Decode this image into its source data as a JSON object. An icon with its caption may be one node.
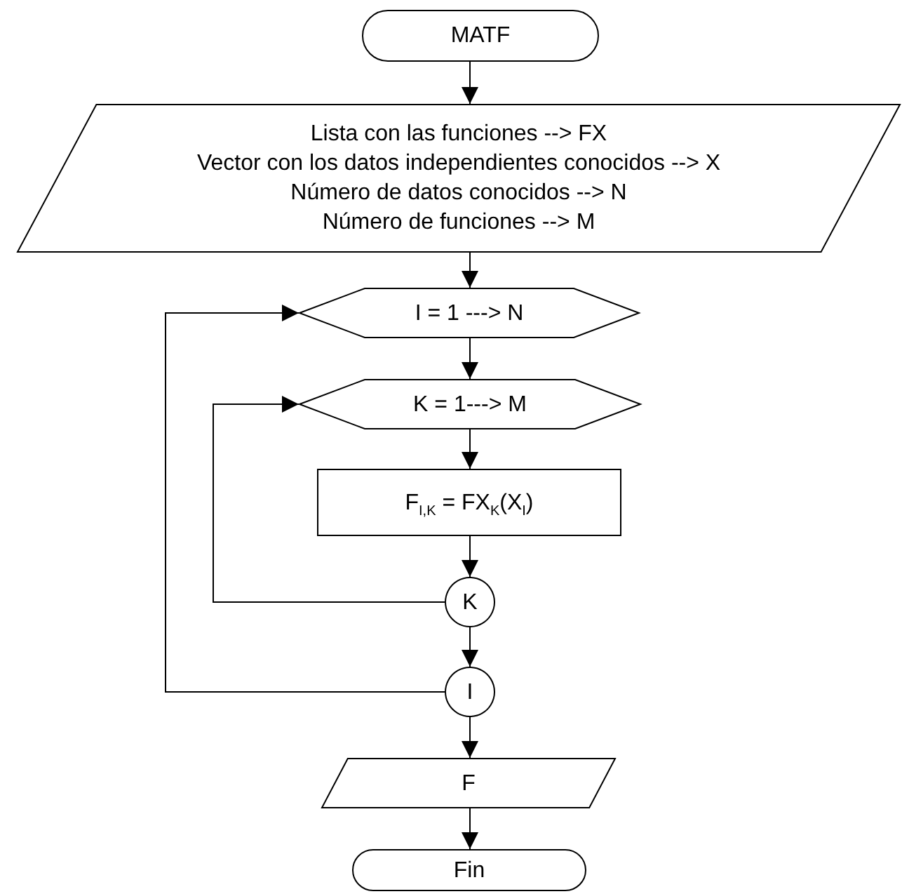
{
  "diagram": {
    "nodes": [
      {
        "text": [
          "MATF"
        ]
      },
      {
        "text": [
          "Lista con las funciones --> FX",
          "Vector con los datos independientes conocidos --> X",
          "Número de datos conocidos --> N",
          "Número de funciones --> M"
        ]
      },
      {
        "text": [
          "I = 1 ---> N"
        ]
      },
      {
        "text": [
          "K = 1---> M"
        ]
      },
      {
        "text": [
          "F$_{I,K}$ = FX$_{K}$(X$_{I}$)"
        ]
      },
      {
        "text": [
          "K"
        ]
      },
      {
        "text": [
          "I"
        ]
      },
      {
        "text": [
          "F"
        ]
      },
      {
        "text": [
          "Fin"
        ]
      }
    ],
    "edges": [
      {
        "from": 0,
        "to": 1,
        "arrow": "to"
      },
      {
        "from": 1,
        "to": 2,
        "arrow": "to"
      },
      {
        "from": 2,
        "to": 3,
        "arrow": "to"
      },
      {
        "from": 3,
        "to": 4,
        "arrow": "to"
      },
      {
        "from": 4,
        "to": 5,
        "arrow": "to"
      },
      {
        "from": 5,
        "to": 3,
        "arrow": "to"
      },
      {
        "from": 5,
        "to": 6,
        "arrow": "to"
      },
      {
        "from": 6,
        "to": 2,
        "arrow": "to"
      },
      {
        "from": 6,
        "to": 7,
        "arrow": "to"
      },
      {
        "from": 7,
        "to": 8,
        "arrow": "to"
      }
    ]
  }
}
